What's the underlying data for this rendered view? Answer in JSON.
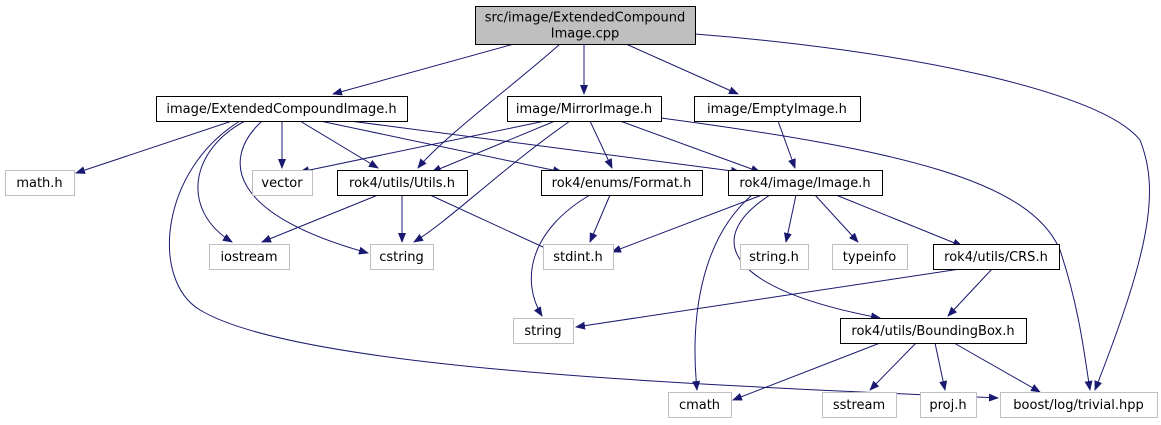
{
  "colors": {
    "edge": "#191970",
    "node_border": "#000000",
    "node_border_system": "#bfbfbf",
    "node_fill": "#ffffff",
    "focus_fill": "#bfbfbf",
    "text": "#000000"
  },
  "graph": {
    "nodes": [
      {
        "id": "n0",
        "lines": [
          "src/image/ExtendedCompound",
          "Image.cpp"
        ],
        "kind": "focus"
      },
      {
        "id": "n1",
        "lines": [
          "image/ExtendedCompoundImage.h"
        ],
        "kind": "local"
      },
      {
        "id": "n2",
        "lines": [
          "image/MirrorImage.h"
        ],
        "kind": "local"
      },
      {
        "id": "n3",
        "lines": [
          "image/EmptyImage.h"
        ],
        "kind": "local"
      },
      {
        "id": "n4",
        "lines": [
          "math.h"
        ],
        "kind": "system"
      },
      {
        "id": "n5",
        "lines": [
          "vector"
        ],
        "kind": "system"
      },
      {
        "id": "n6",
        "lines": [
          "rok4/utils/Utils.h"
        ],
        "kind": "local"
      },
      {
        "id": "n7",
        "lines": [
          "rok4/enums/Format.h"
        ],
        "kind": "local"
      },
      {
        "id": "n8",
        "lines": [
          "rok4/image/Image.h"
        ],
        "kind": "local"
      },
      {
        "id": "n9",
        "lines": [
          "iostream"
        ],
        "kind": "system"
      },
      {
        "id": "n10",
        "lines": [
          "cstring"
        ],
        "kind": "system"
      },
      {
        "id": "n11",
        "lines": [
          "stdint.h"
        ],
        "kind": "system"
      },
      {
        "id": "n12",
        "lines": [
          "string.h"
        ],
        "kind": "system"
      },
      {
        "id": "n13",
        "lines": [
          "typeinfo"
        ],
        "kind": "system"
      },
      {
        "id": "n14",
        "lines": [
          "rok4/utils/CRS.h"
        ],
        "kind": "local"
      },
      {
        "id": "n15",
        "lines": [
          "string"
        ],
        "kind": "system"
      },
      {
        "id": "n16",
        "lines": [
          "rok4/utils/BoundingBox.h"
        ],
        "kind": "local"
      },
      {
        "id": "n17",
        "lines": [
          "cmath"
        ],
        "kind": "system"
      },
      {
        "id": "n18",
        "lines": [
          "sstream"
        ],
        "kind": "system"
      },
      {
        "id": "n19",
        "lines": [
          "proj.h"
        ],
        "kind": "system"
      },
      {
        "id": "n20",
        "lines": [
          "boost/log/trivial.hpp"
        ],
        "kind": "system"
      }
    ],
    "edges": [
      {
        "from": "n0",
        "to": "n1"
      },
      {
        "from": "n0",
        "to": "n2"
      },
      {
        "from": "n0",
        "to": "n3"
      },
      {
        "from": "n0",
        "to": "n6"
      },
      {
        "from": "n0",
        "to": "n20"
      },
      {
        "from": "n1",
        "to": "n4"
      },
      {
        "from": "n1",
        "to": "n5"
      },
      {
        "from": "n1",
        "to": "n6"
      },
      {
        "from": "n1",
        "to": "n7"
      },
      {
        "from": "n1",
        "to": "n8"
      },
      {
        "from": "n1",
        "to": "n9"
      },
      {
        "from": "n1",
        "to": "n10"
      },
      {
        "from": "n1",
        "to": "n20"
      },
      {
        "from": "n2",
        "to": "n5"
      },
      {
        "from": "n2",
        "to": "n6"
      },
      {
        "from": "n2",
        "to": "n7"
      },
      {
        "from": "n2",
        "to": "n8"
      },
      {
        "from": "n2",
        "to": "n10"
      },
      {
        "from": "n2",
        "to": "n20"
      },
      {
        "from": "n3",
        "to": "n8"
      },
      {
        "from": "n6",
        "to": "n9"
      },
      {
        "from": "n6",
        "to": "n10"
      },
      {
        "from": "n6",
        "to": "n11"
      },
      {
        "from": "n7",
        "to": "n11"
      },
      {
        "from": "n7",
        "to": "n15"
      },
      {
        "from": "n8",
        "to": "n11"
      },
      {
        "from": "n8",
        "to": "n12"
      },
      {
        "from": "n8",
        "to": "n13"
      },
      {
        "from": "n8",
        "to": "n14"
      },
      {
        "from": "n8",
        "to": "n16"
      },
      {
        "from": "n8",
        "to": "n17"
      },
      {
        "from": "n14",
        "to": "n15"
      },
      {
        "from": "n14",
        "to": "n16"
      },
      {
        "from": "n16",
        "to": "n17"
      },
      {
        "from": "n16",
        "to": "n18"
      },
      {
        "from": "n16",
        "to": "n19"
      },
      {
        "from": "n16",
        "to": "n20"
      }
    ]
  }
}
